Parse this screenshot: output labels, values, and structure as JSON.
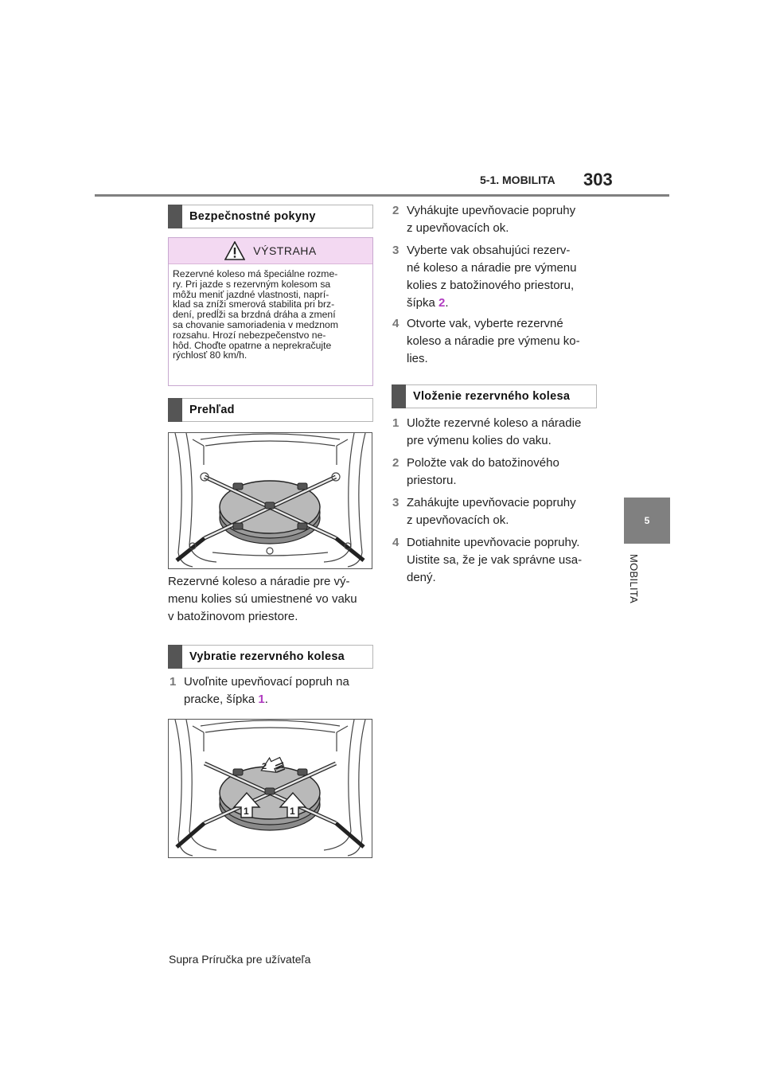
{
  "header": {
    "section": "5-1. MOBILITA",
    "page_number": "303"
  },
  "side_tab": {
    "number": "5",
    "label": "MOBILITA"
  },
  "left": {
    "safety_heading": "Bezpečnostné pokyny",
    "warning": {
      "icon": "warning-triangle-icon",
      "title": "VÝSTRAHA",
      "body": "Rezervné koleso má špeciálne rozme-\nry. Pri jazde s rezervným kolesom sa\nmôžu meniť jazdné vlastnosti, naprí-\nklad sa zníži smerová stabilita pri brz-\ndení, predĺži sa brzdná dráha a zmení\nsa chovanie samoriadenia v medznom\nrozsahu. Hrozí nebezpečenstvo ne-\nhôd. Choďte opatrne a neprekračujte\nrýchlosť 80 km/h."
    },
    "overview_heading": "Prehľad",
    "overview_text": "Rezervné koleso a náradie pre vý-\nmenu kolies sú umiestnené vo vaku\nv batožinovom priestore.",
    "removal_heading": "Vybratie rezervného kolesa",
    "removal_step1": {
      "num": "1",
      "text": "Uvoľnite upevňovací popruh na\npracke, šípka ",
      "ref": "1",
      "end": "."
    },
    "figure2_labels": {
      "arrow_left": "1",
      "arrow_right": "1",
      "arrow_top": "2"
    }
  },
  "right": {
    "removal_steps": [
      {
        "num": "2",
        "text": "Vyhákujte upevňovacie popruhy\nz upevňovacích ok."
      },
      {
        "num": "3",
        "text": "Vyberte vak obsahujúci rezerv-\nné koleso a náradie pre výmenu\nkolies z batožinového priestoru,\nšípka ",
        "ref": "2",
        "end": "."
      },
      {
        "num": "4",
        "text": "Otvorte vak, vyberte rezervné\nkoleso a náradie pre výmenu ko-\nlies."
      }
    ],
    "insert_heading": "Vloženie rezervného kolesa",
    "insert_steps": [
      {
        "num": "1",
        "text": "Uložte rezervné koleso a náradie\npre výmenu kolies do vaku."
      },
      {
        "num": "2",
        "text": "Položte vak do batožinového\npriestoru."
      },
      {
        "num": "3",
        "text": "Zahákujte upevňovacie popruhy\nz upevňovacích ok."
      },
      {
        "num": "4",
        "text": "Dotiahnite upevňovacie popruhy.\nUistite sa, že je vak správne usa-\ndený."
      }
    ]
  },
  "footer": {
    "text": "Supra Príručka pre užívateľa"
  },
  "colors": {
    "accent": "#b03cc0",
    "warning_bg": "#f3d9f2",
    "bar": "#555555",
    "tab": "#808080"
  }
}
